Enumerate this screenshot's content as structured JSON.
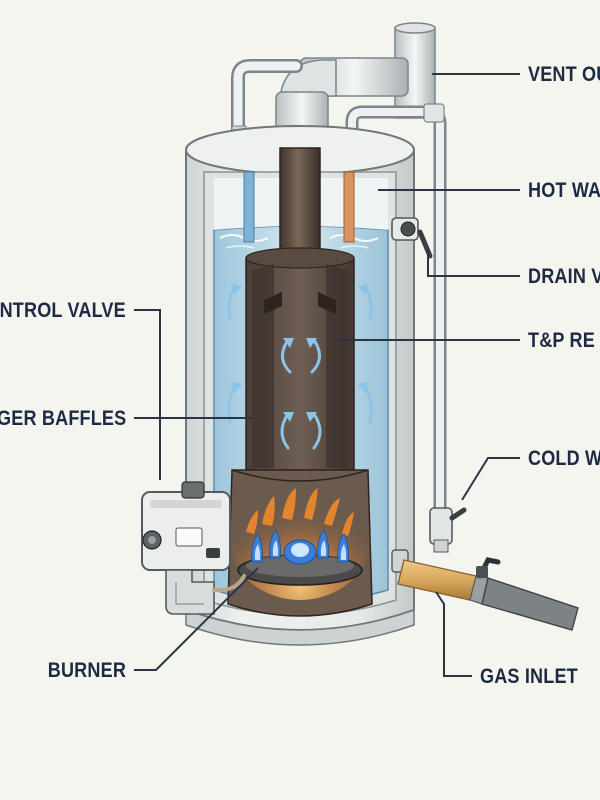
{
  "labels": {
    "vent": "VENT OU",
    "hot_water": "HOT WA",
    "drain_valve": "DRAIN V",
    "tp_relief": "T&P RE",
    "cold_water": "COLD W",
    "gas_inlet": "GAS INLET",
    "control_valve": "NTROL VALVE",
    "baffles": "GER BAFFLES",
    "burner": "BURNER"
  },
  "colors": {
    "background": "#f4f5ef",
    "label_text": "#1e2a44",
    "leader_line": "#2b3447",
    "tank_shell": "#e4e8e6",
    "water": "#bcd8e6",
    "flue": "#5d4e45",
    "flame_blue": "#3b7dd8",
    "flame_orange": "#f08a2a",
    "gas_pipe": "#d9a85c"
  }
}
